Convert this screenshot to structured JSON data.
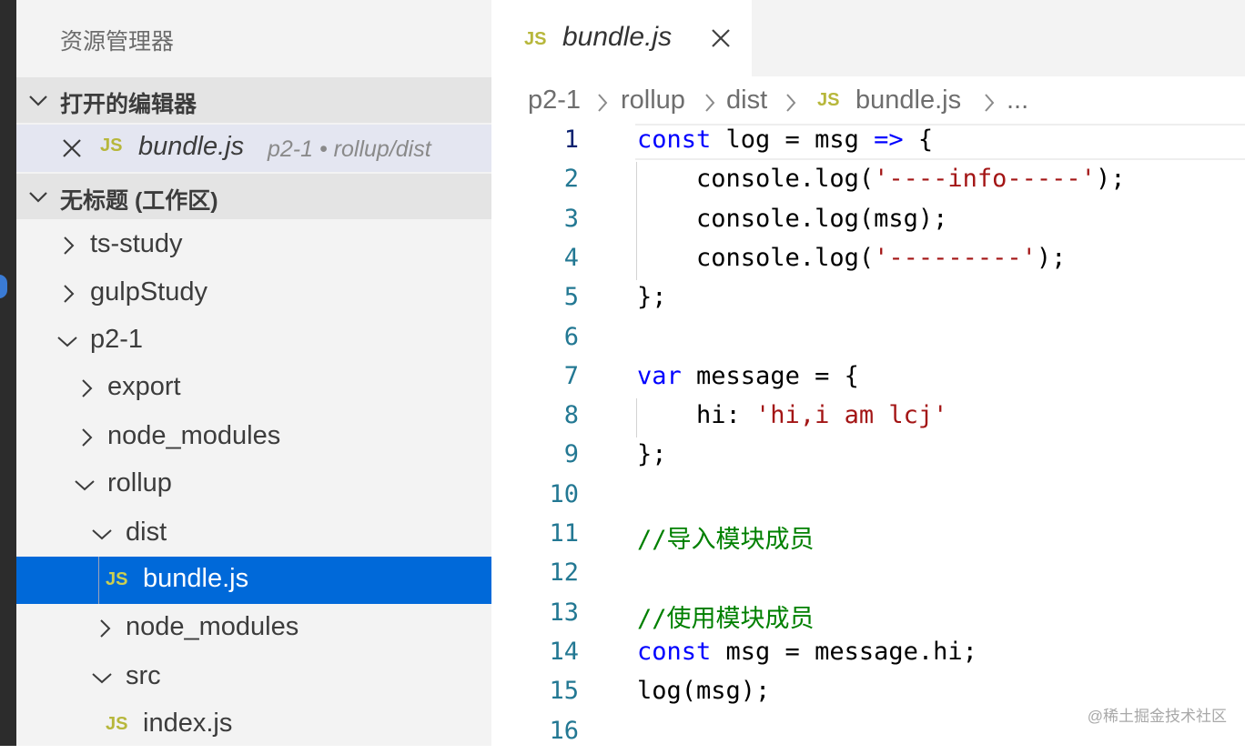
{
  "sidebar": {
    "title": "资源管理器",
    "open_editors": {
      "header": "打开的编辑器",
      "items": [
        {
          "icon_text": "JS",
          "name": "bundle.js",
          "path": "p2-1 • rollup/dist"
        }
      ]
    },
    "workspace": {
      "header": "无标题 (工作区)",
      "items": [
        {
          "name": "ts-study",
          "icon_text": ""
        },
        {
          "name": "gulpStudy",
          "icon_text": ""
        },
        {
          "name": "p2-1",
          "icon_text": ""
        },
        {
          "name": "export",
          "icon_text": ""
        },
        {
          "name": "node_modules",
          "icon_text": ""
        },
        {
          "name": "rollup",
          "icon_text": ""
        },
        {
          "name": "dist",
          "icon_text": ""
        },
        {
          "name": "bundle.js",
          "icon_text": "JS"
        },
        {
          "name": "node_modules",
          "icon_text": ""
        },
        {
          "name": "src",
          "icon_text": ""
        },
        {
          "name": "index.js",
          "icon_text": "JS"
        }
      ]
    }
  },
  "tab": {
    "icon_text": "JS",
    "title": "bundle.js"
  },
  "breadcrumbs": {
    "items": [
      "p2-1",
      "rollup",
      "dist"
    ],
    "file_icon_text": "JS",
    "file": "bundle.js",
    "ellipsis": "..."
  },
  "editor": {
    "line_numbers": [
      "1",
      "2",
      "3",
      "4",
      "5",
      "6",
      "7",
      "8",
      "9",
      "10",
      "11",
      "12",
      "13",
      "14",
      "15",
      "16"
    ],
    "lines": [
      [
        {
          "t": "const",
          "c": "kw"
        },
        {
          "t": " log = msg "
        },
        {
          "t": "=>",
          "c": "kw"
        },
        {
          "t": " {"
        }
      ],
      [
        {
          "t": "    console.log("
        },
        {
          "t": "'----info-----'",
          "c": "str"
        },
        {
          "t": ");"
        }
      ],
      [
        {
          "t": "    console.log(msg);"
        }
      ],
      [
        {
          "t": "    console.log("
        },
        {
          "t": "'---------'",
          "c": "str"
        },
        {
          "t": ");"
        }
      ],
      [
        {
          "t": "};"
        }
      ],
      [],
      [
        {
          "t": "var",
          "c": "kw"
        },
        {
          "t": " message = {"
        }
      ],
      [
        {
          "t": "    hi: "
        },
        {
          "t": "'hi,i am lcj'",
          "c": "str"
        }
      ],
      [
        {
          "t": "};"
        }
      ],
      [],
      [
        {
          "t": "//导入模块成员",
          "c": "cmt"
        }
      ],
      [],
      [
        {
          "t": "//使用模块成员",
          "c": "cmt"
        }
      ],
      [
        {
          "t": "const",
          "c": "kw"
        },
        {
          "t": " msg = message.hi;"
        }
      ],
      [
        {
          "t": "log(msg);"
        }
      ],
      []
    ]
  },
  "watermark": "@稀土掘金技术社区",
  "colors": {
    "selection": "#0069d9",
    "js_icon": "#b7b73b",
    "keyword": "#0000ff",
    "string": "#a31515",
    "comment": "#008000",
    "line_number": "#237893"
  },
  "icons": [
    "chevron-down-icon",
    "chevron-right-icon",
    "close-icon",
    "js-file-icon"
  ]
}
